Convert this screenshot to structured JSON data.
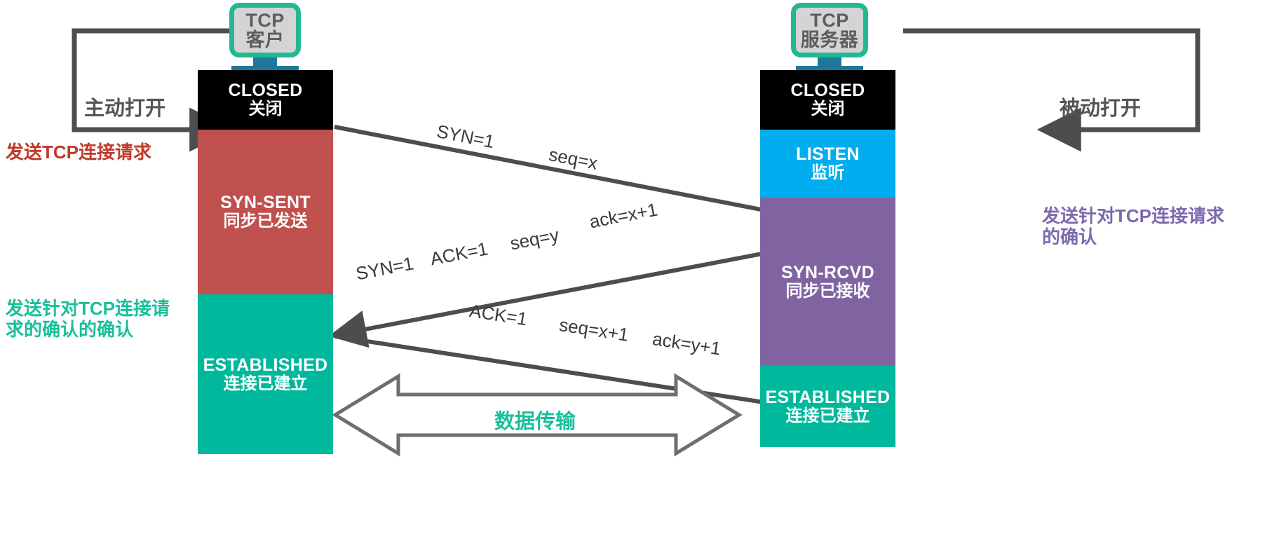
{
  "diagram": {
    "title": "TCP three-way handshake state diagram",
    "colors": {
      "closed": "#000000",
      "syn_sent": "#c0504d",
      "established": "#00b89c",
      "listen": "#00aeef",
      "syn_rcvd": "#8064a2",
      "arrow": "#4d4d4d",
      "monitor_border": "#23b793",
      "monitor_screen": "#d4d4d4",
      "monitor_stand": "#1f7899",
      "note_red": "#c0392b",
      "note_teal": "#18bf9a",
      "note_purple": "#7c6aad",
      "note_gray": "#555555"
    }
  },
  "client": {
    "icon": {
      "line1": "TCP",
      "line2": "客户",
      "icon_name": "monitor-icon"
    },
    "states": [
      {
        "en": "CLOSED",
        "cn": "关闭",
        "color": "#000000"
      },
      {
        "en": "SYN-SENT",
        "cn": "同步已发送",
        "color": "#c0504d"
      },
      {
        "en": "ESTABLISHED",
        "cn": "连接已建立",
        "color": "#00b89c"
      }
    ],
    "open_label": "主动打开",
    "notes": [
      {
        "text": "发送TCP连接请求",
        "color": "#c0392b"
      },
      {
        "line1": "发送针对TCP连接请",
        "line2": "求的确认的确认",
        "color": "#18bf9a"
      }
    ]
  },
  "server": {
    "icon": {
      "line1": "TCP",
      "line2": "服务器",
      "icon_name": "monitor-icon"
    },
    "states": [
      {
        "en": "CLOSED",
        "cn": "关闭",
        "color": "#000000"
      },
      {
        "en": "LISTEN",
        "cn": "监听",
        "color": "#00aeef"
      },
      {
        "en": "SYN-RCVD",
        "cn": "同步已接收",
        "color": "#8064a2"
      },
      {
        "en": "ESTABLISHED",
        "cn": "连接已建立",
        "color": "#00b89c"
      }
    ],
    "open_label": "被动打开",
    "notes": [
      {
        "line1": "发送针对TCP连接请求",
        "line2": "的确认",
        "color": "#7c6aad"
      }
    ]
  },
  "segments": [
    {
      "name": "syn",
      "direction": "client-to-server",
      "fields": [
        "SYN=1",
        "seq=x"
      ]
    },
    {
      "name": "syn-ack",
      "direction": "server-to-client",
      "fields": [
        "SYN=1",
        "ACK=1",
        "seq=y",
        "ack=x+1"
      ]
    },
    {
      "name": "ack",
      "direction": "client-to-server",
      "fields": [
        "ACK=1",
        "seq=x+1",
        "ack=y+1"
      ]
    }
  ],
  "data_transfer": {
    "label": "数据传输"
  }
}
